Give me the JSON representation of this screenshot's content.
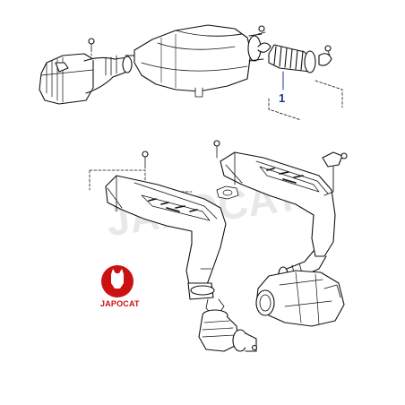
{
  "diagram": {
    "part_label": "1",
    "watermark_text": "JAPOCAT",
    "logo_text": "JAPOCAT"
  },
  "colors": {
    "line": "#111111",
    "label_blue": "#1a3a8c",
    "logo_red": "#cc1111",
    "watermark": "#d8d8d8"
  }
}
